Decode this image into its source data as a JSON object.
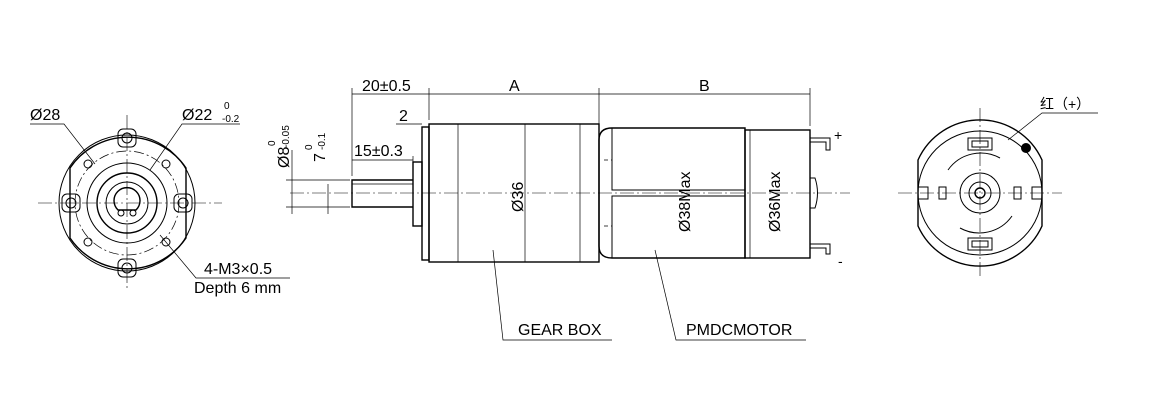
{
  "front_view": {
    "outer_dia": "Ø28",
    "pilot_dia": "Ø22",
    "pilot_tol_upper": "0",
    "pilot_tol_lower": "-0.2",
    "thread_spec": "4-M3×0.5",
    "thread_depth": "Depth 6 mm"
  },
  "side_view": {
    "shaft_length": "20±0.5",
    "dim_a": "A",
    "dim_b": "B",
    "boss_length": "2",
    "flat_length": "15±0.3",
    "shaft_dia": "Ø8",
    "shaft_tol_upper": "0",
    "shaft_tol_lower": "-0.05",
    "flat_dim": "7",
    "flat_tol_upper": "0",
    "flat_tol_lower": "-0.1",
    "gearbox_dia": "Ø36",
    "motor_dia": "Ø38Max",
    "endcap_dia": "Ø36Max",
    "plus_sign": "+",
    "minus_sign": "-",
    "gearbox_label": "GEAR BOX",
    "motor_label": "PMDCMOTOR"
  },
  "rear_view": {
    "terminal_label": "红（+）"
  }
}
